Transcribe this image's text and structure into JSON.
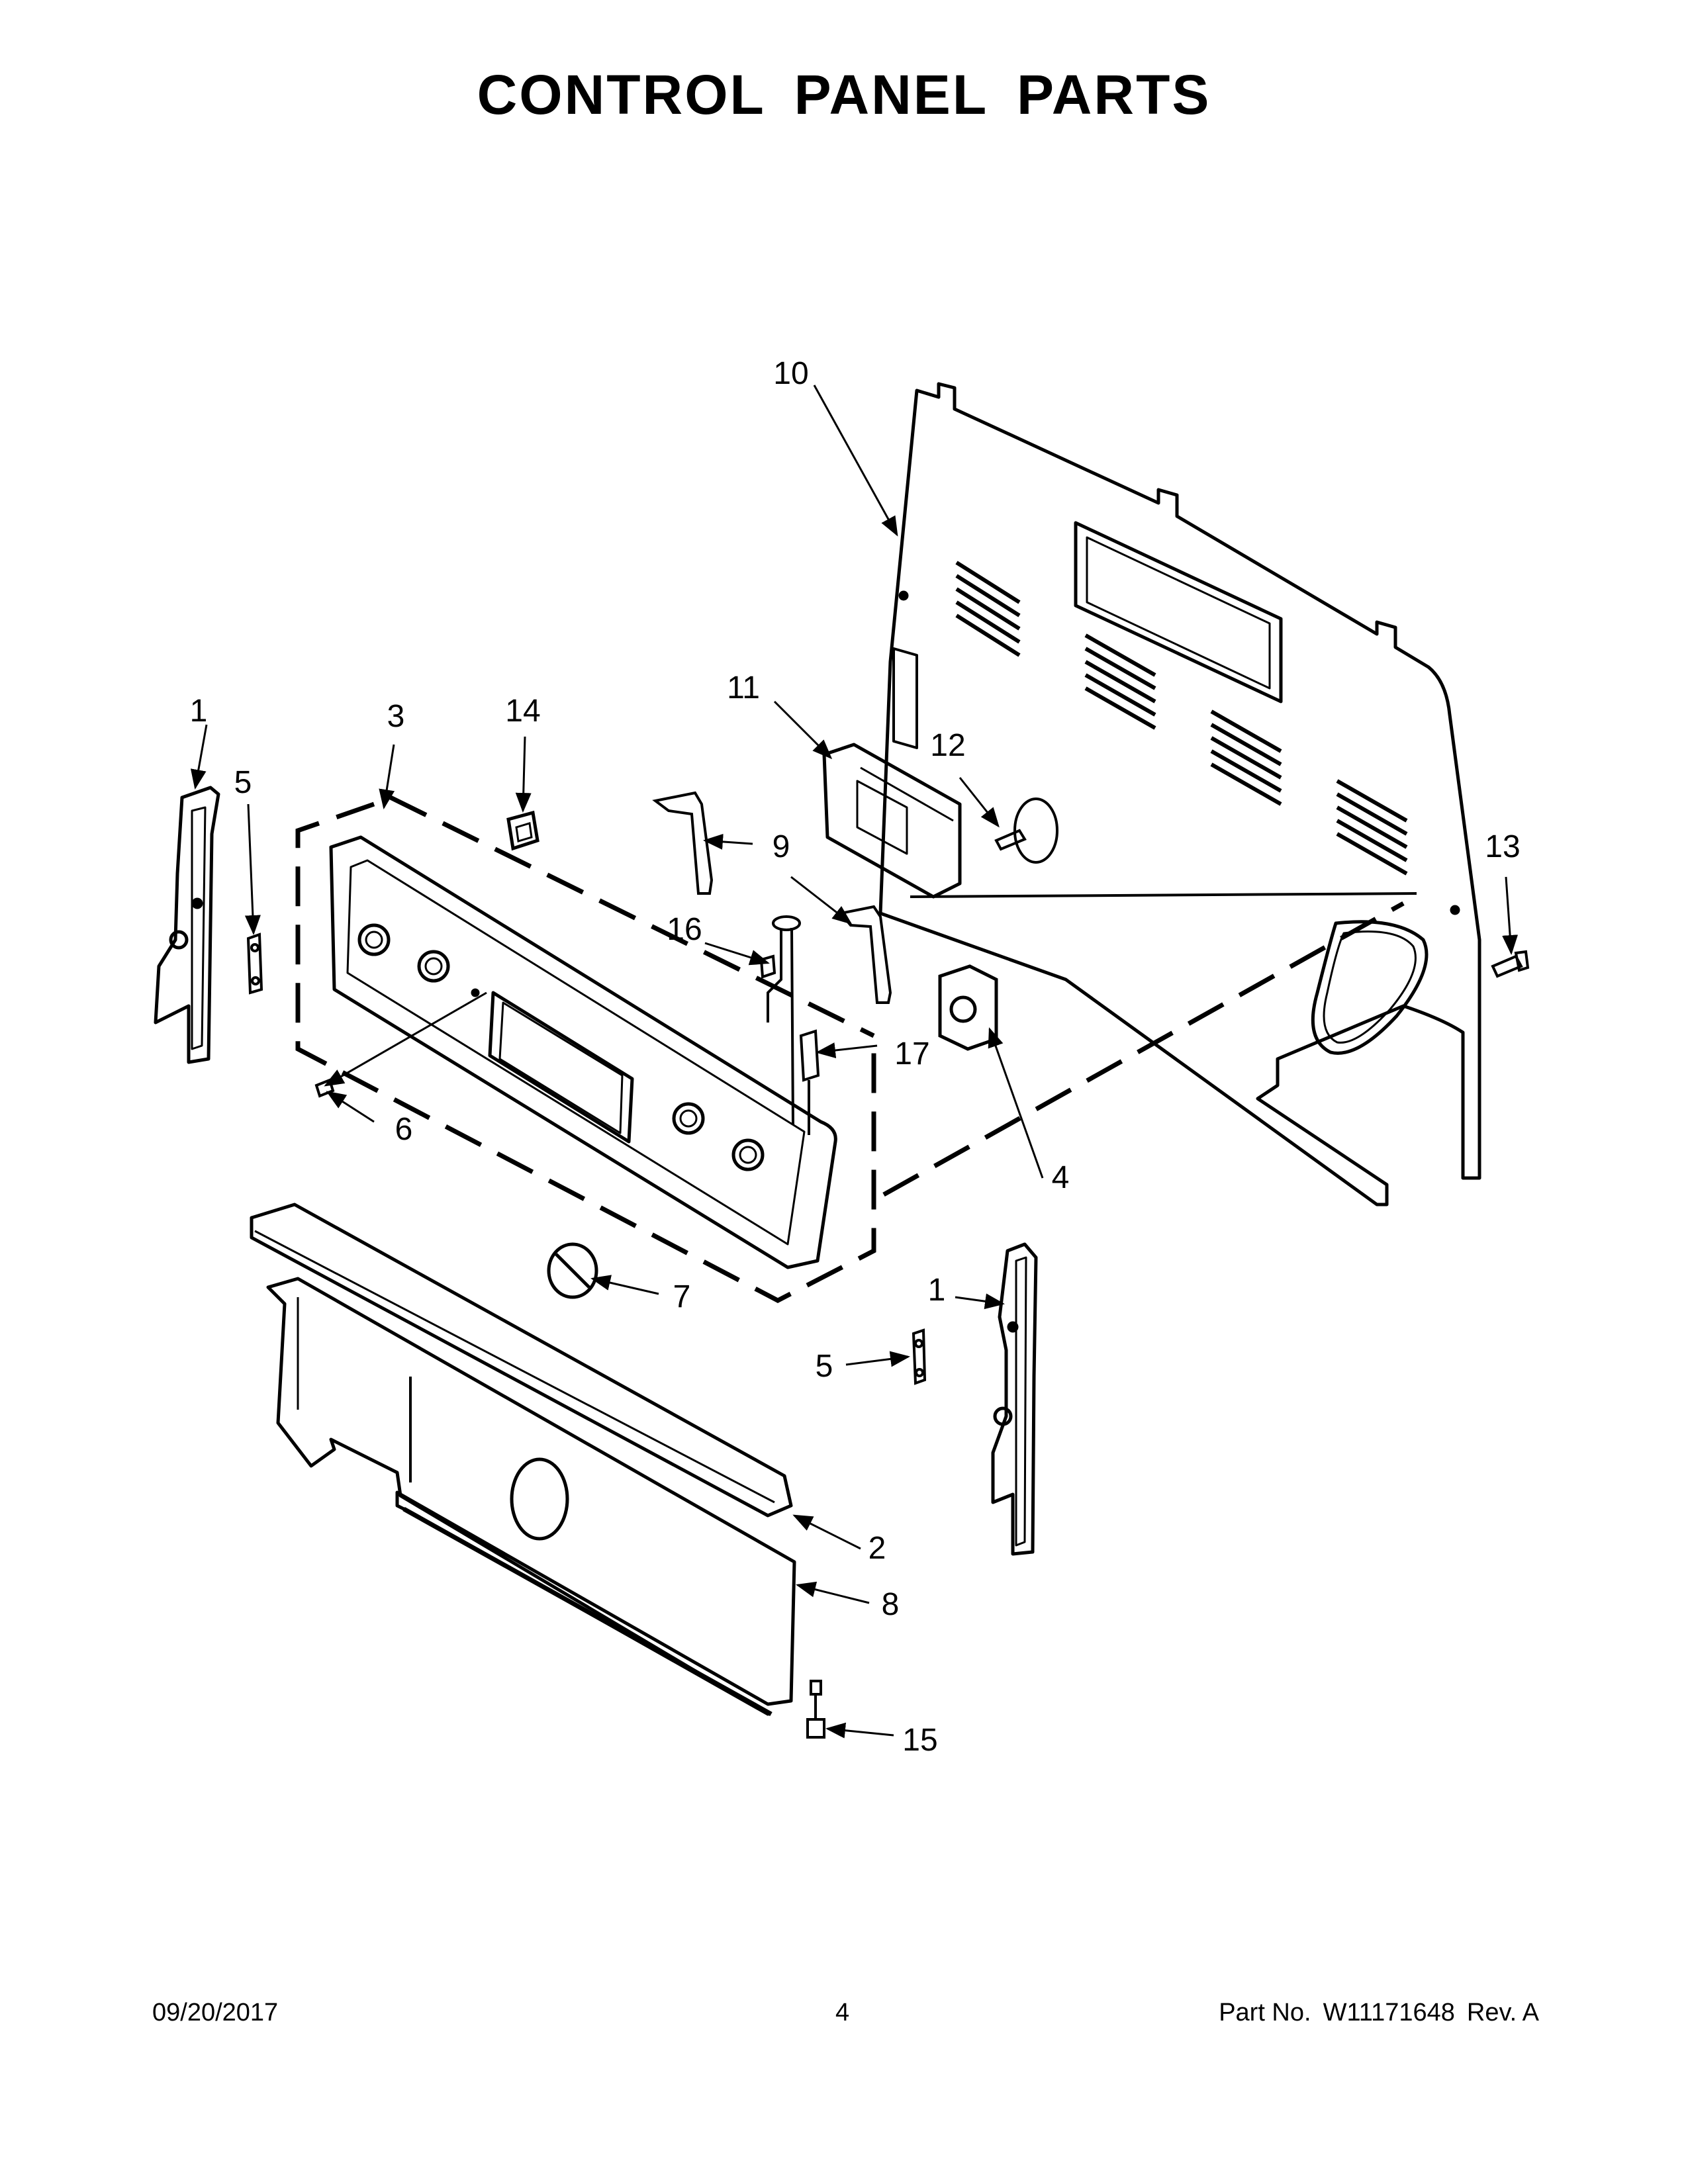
{
  "title": "CONTROL PANEL PARTS",
  "callouts": [
    {
      "id": "c1a",
      "label": "1"
    },
    {
      "id": "c1b",
      "label": "1"
    },
    {
      "id": "c2",
      "label": "2"
    },
    {
      "id": "c3",
      "label": "3"
    },
    {
      "id": "c4",
      "label": "4"
    },
    {
      "id": "c5a",
      "label": "5"
    },
    {
      "id": "c5b",
      "label": "5"
    },
    {
      "id": "c6",
      "label": "6"
    },
    {
      "id": "c7",
      "label": "7"
    },
    {
      "id": "c8",
      "label": "8"
    },
    {
      "id": "c9",
      "label": "9"
    },
    {
      "id": "c10",
      "label": "10"
    },
    {
      "id": "c11",
      "label": "11"
    },
    {
      "id": "c12",
      "label": "12"
    },
    {
      "id": "c13",
      "label": "13"
    },
    {
      "id": "c14",
      "label": "14"
    },
    {
      "id": "c15",
      "label": "15"
    },
    {
      "id": "c16",
      "label": "16"
    },
    {
      "id": "c17",
      "label": "17"
    }
  ],
  "footer": {
    "date": "09/20/2017",
    "page": "4",
    "part_label": "Part No.",
    "part_number": "W11171648",
    "revision": "Rev.  A"
  }
}
